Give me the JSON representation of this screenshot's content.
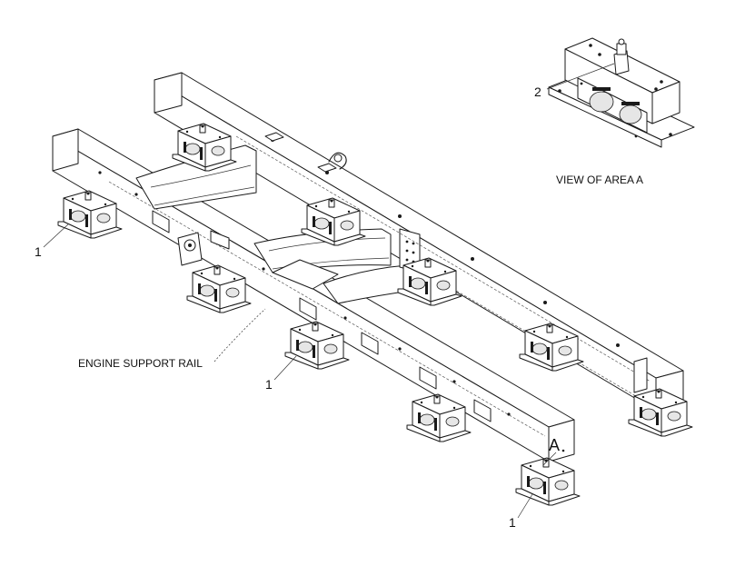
{
  "labels": {
    "view_of_area": "VIEW OF AREA  A",
    "engine_support_rail": "ENGINE SUPPORT RAIL",
    "area_marker": "A",
    "callout_1": "1",
    "callout_2": "2"
  }
}
